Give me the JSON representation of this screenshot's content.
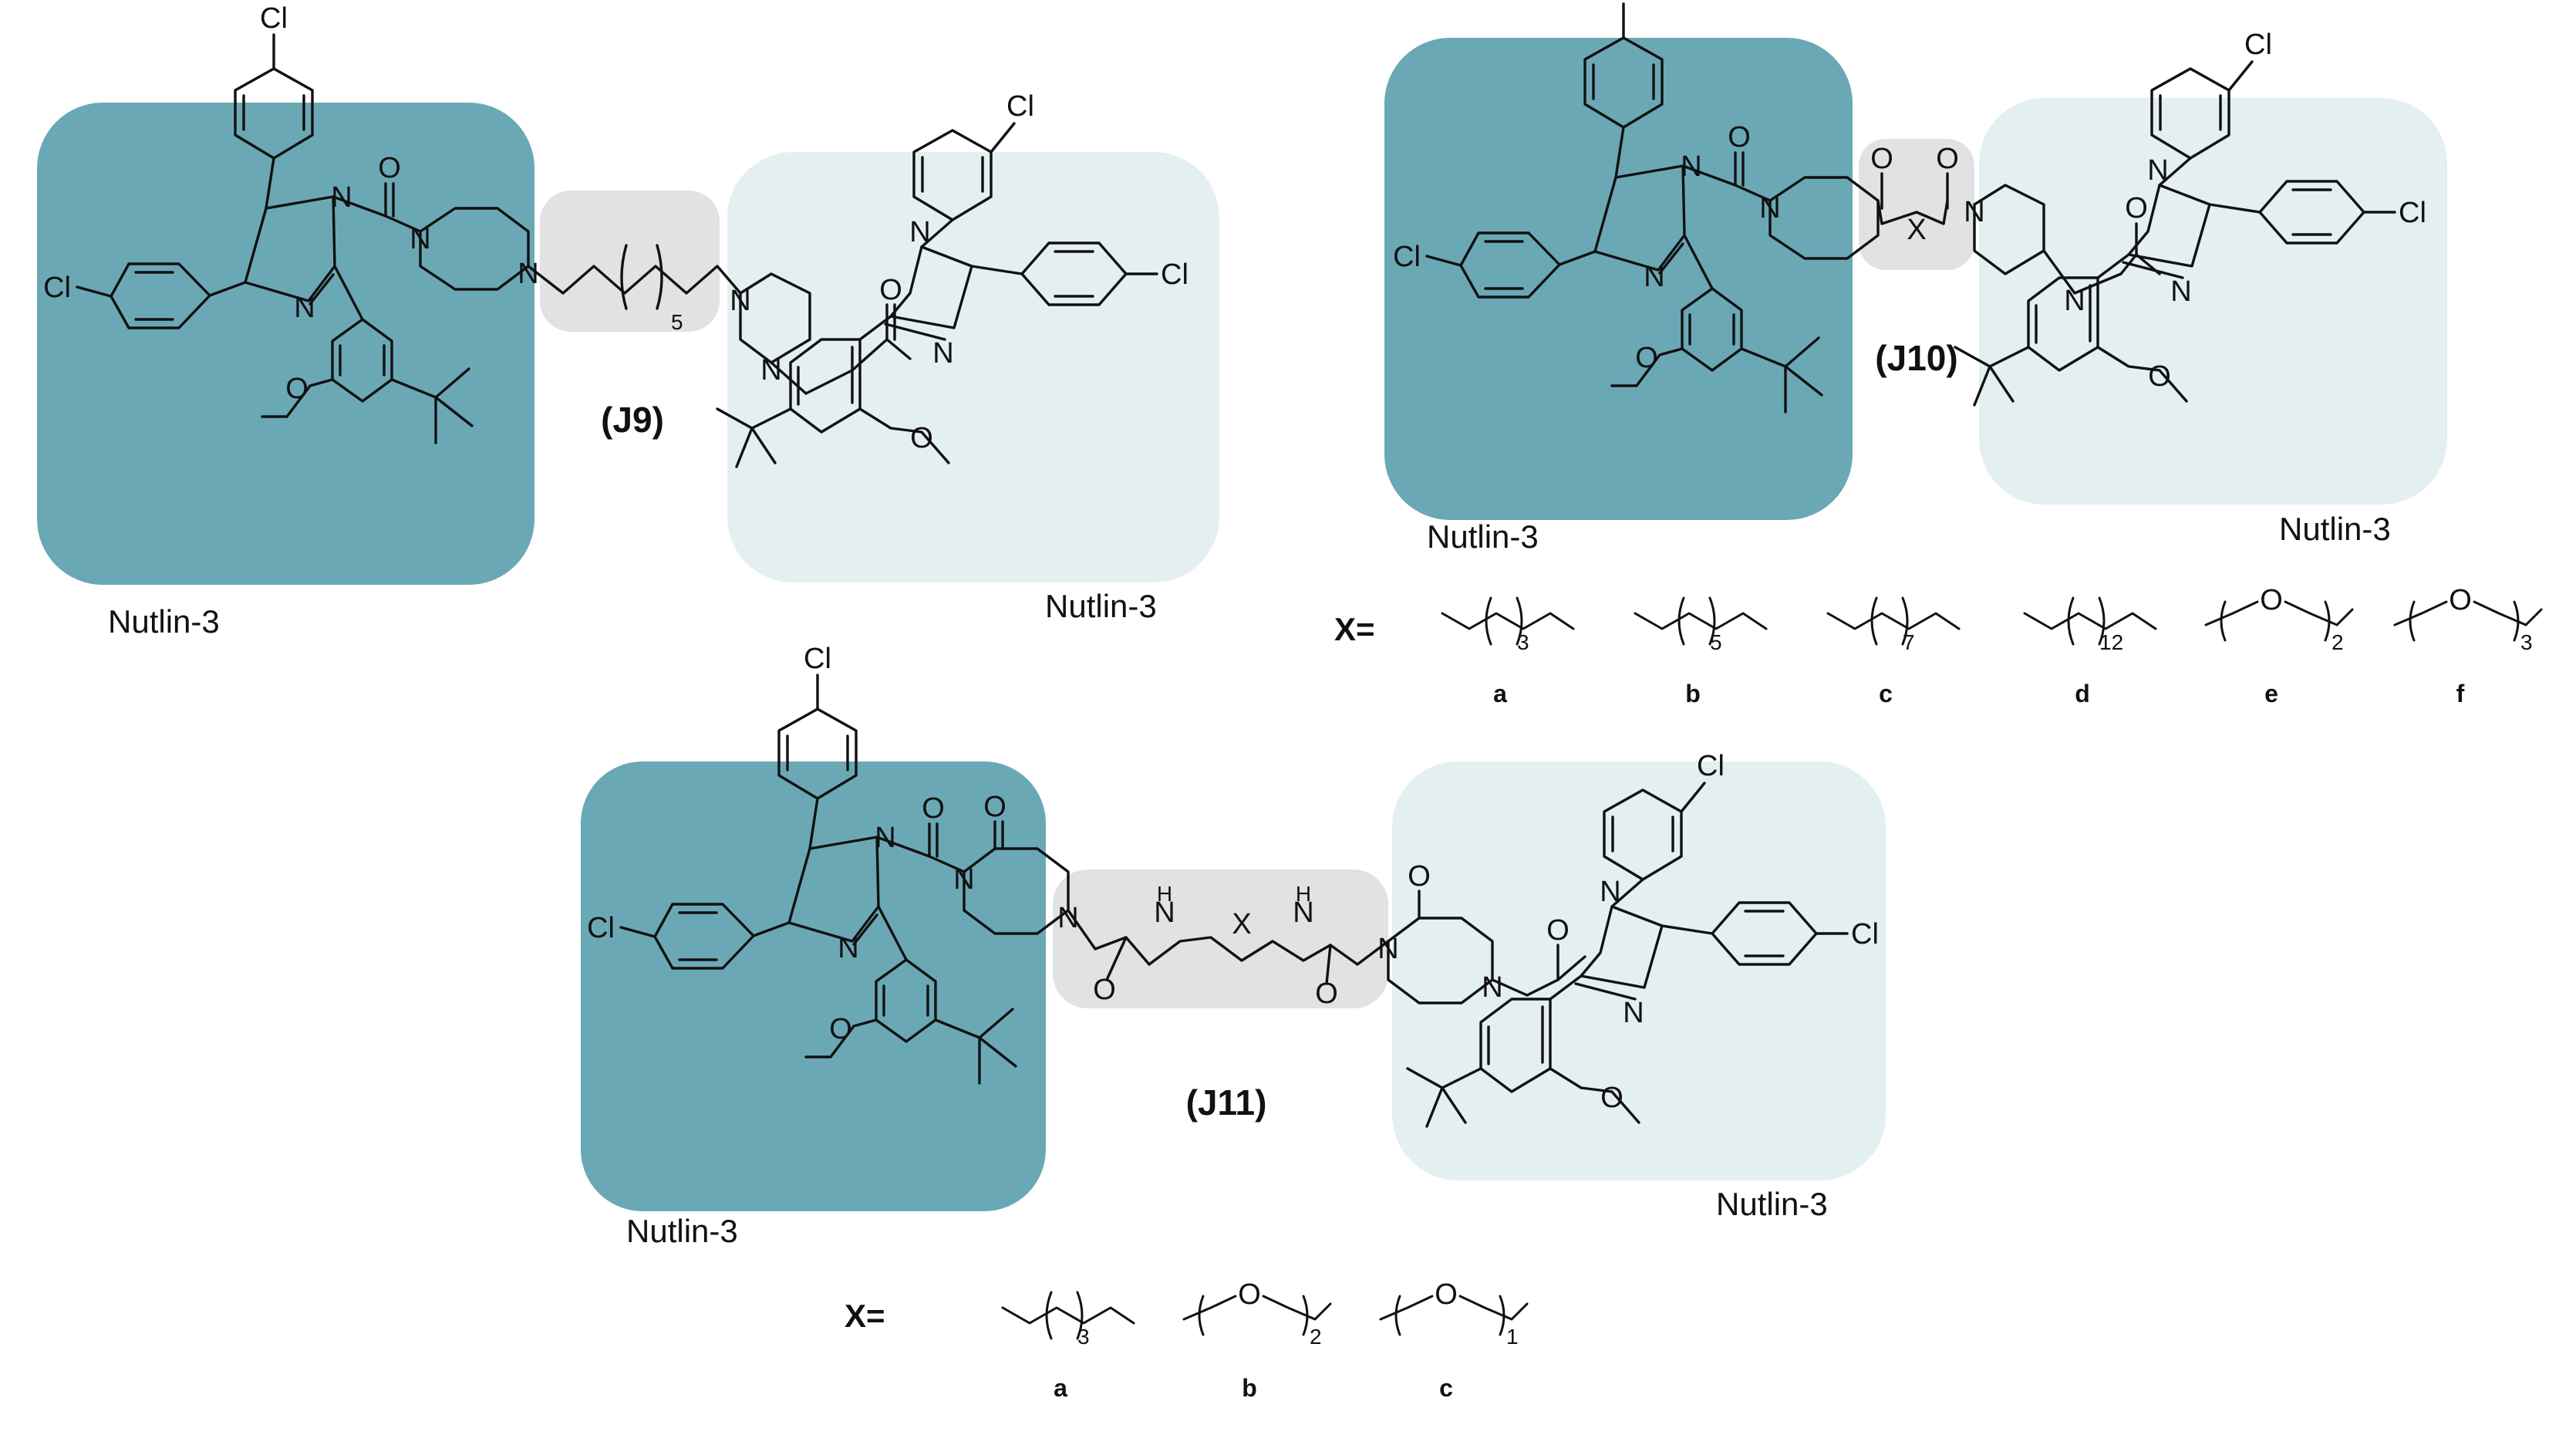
{
  "colors": {
    "dark_box": "#6ba8b6",
    "light_box": "#e4eff1",
    "linker_box": "#e0e2e3",
    "ink": "#111111"
  },
  "labels": {
    "nutlin": "Nutlin-3"
  },
  "atoms": {
    "cl": "Cl",
    "n": "N",
    "o": "O",
    "h": "H",
    "x": "X"
  },
  "compounds": {
    "j9": "(J9)",
    "j10": "(J10)",
    "j11": "(J11)"
  },
  "j9": {
    "linker_repeat": "5"
  },
  "j10": {
    "x_label": "X=",
    "options": [
      {
        "letter": "a",
        "repeat": "3"
      },
      {
        "letter": "b",
        "repeat": "5"
      },
      {
        "letter": "c",
        "repeat": "7"
      },
      {
        "letter": "d",
        "repeat": "12"
      },
      {
        "letter": "e",
        "repeat": "2"
      },
      {
        "letter": "f",
        "repeat": "3"
      }
    ]
  },
  "j11": {
    "x_label": "X=",
    "options": [
      {
        "letter": "a",
        "repeat": "3"
      },
      {
        "letter": "b",
        "repeat": "2"
      },
      {
        "letter": "c",
        "repeat": "1"
      }
    ]
  }
}
